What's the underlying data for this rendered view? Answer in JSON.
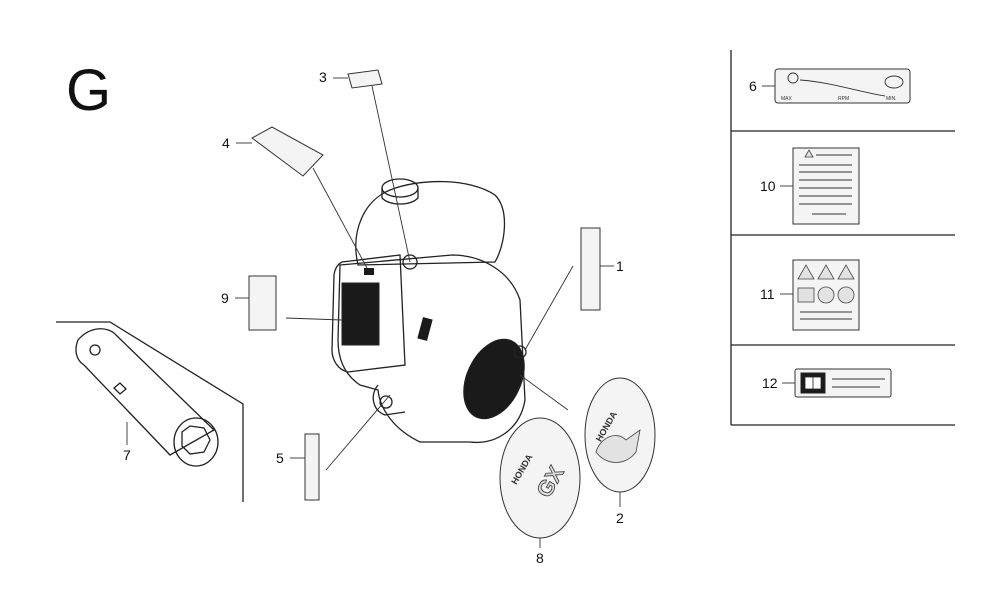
{
  "section_letter": "G",
  "callouts": {
    "p1": "1",
    "p2": "2",
    "p3": "3",
    "p4": "4",
    "p5": "5",
    "p6": "6",
    "p7": "7",
    "p8": "8",
    "p9": "9",
    "p10": "10",
    "p11": "11",
    "p12": "12"
  },
  "decal_text": {
    "brand_on_emblem": "HONDA",
    "model_on_emblem": "GX",
    "choke_max": "MAX",
    "choke_mid": "RPM",
    "choke_min": "MIN."
  },
  "colors": {
    "line": "#222222",
    "background": "#ffffff",
    "dark_fill": "#1a1a1a"
  }
}
